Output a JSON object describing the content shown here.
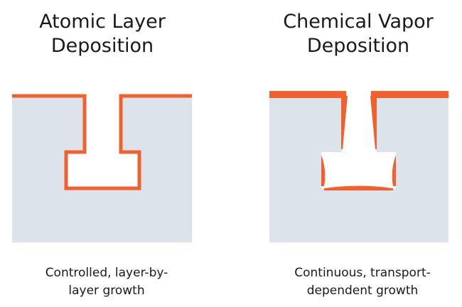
{
  "panels": {
    "ald": {
      "title": "Atomic Layer\nDeposition",
      "caption": "Controlled, layer-by-\nlayer growth"
    },
    "cvd": {
      "title": "Chemical Vapor\nDeposition",
      "caption": "Continuous, transport-\ndependent growth"
    }
  },
  "colors": {
    "substrate": "#dde3ea",
    "film": "#f0612d",
    "text": "#1a1a1a"
  }
}
